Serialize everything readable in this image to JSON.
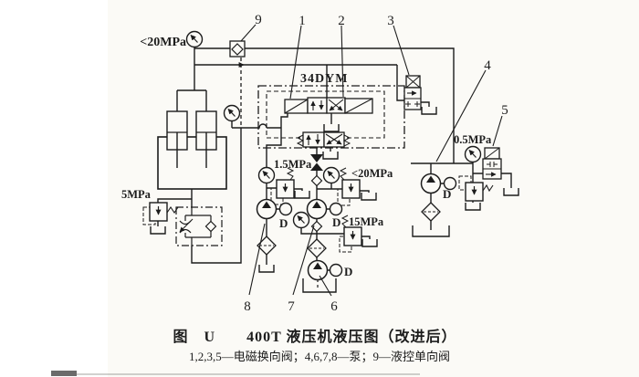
{
  "colors": {
    "ink": "#1c1c1c",
    "paper": "#fbfaf6"
  },
  "caption": {
    "title": "图　U　　400T 液压机液压图（改进后）",
    "legend": "1,2,3,5—电磁换向阀；4,6,7,8—泵；9—液控单向阀"
  },
  "labels": {
    "system_pressure": "<20MPa",
    "valve_group": "34DYM",
    "relief_5mpa": "5MPa",
    "relief_1_5mpa": "1.5MPa",
    "relief_20mpa": "<20MPa",
    "relief_15mpa": "15MPa",
    "gauge_0_5mpa": "0.5MPa",
    "motor": "D"
  },
  "part_numbers": {
    "n1": "1",
    "n2": "2",
    "n3": "3",
    "n4": "4",
    "n5": "5",
    "n6": "6",
    "n7": "7",
    "n8": "8",
    "n9": "9"
  }
}
